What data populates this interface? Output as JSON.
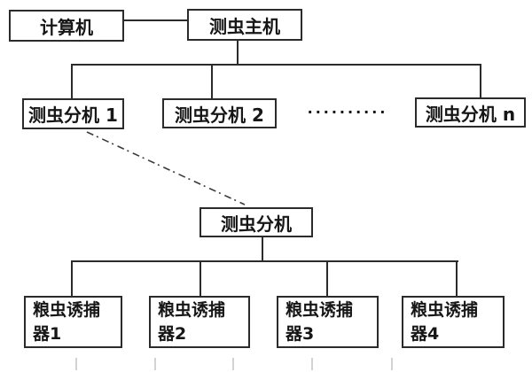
{
  "diagram_title": "insect-monitoring-system-topology",
  "colors": {
    "background": "#ffffff",
    "line": "#2b2b2b",
    "text": "#161616",
    "faint_tick": "#d3d3d3"
  },
  "nodes": {
    "computer": {
      "label": "计算机"
    },
    "host": {
      "label": "测虫主机"
    },
    "branch1": {
      "label": "测虫分机 1"
    },
    "branch2": {
      "label": "测虫分机 2"
    },
    "branch_more": {
      "label": "··········"
    },
    "branch_n": {
      "label": "测虫分机 n"
    },
    "branch_detail": {
      "label": "测虫分机"
    },
    "trap1": {
      "line1": "粮虫诱捕",
      "line2": "器1"
    },
    "trap2": {
      "line1": "粮虫诱捕",
      "line2": "器2"
    },
    "trap3": {
      "line1": "粮虫诱捕",
      "line2": "器3"
    },
    "trap4": {
      "line1": "粮虫诱捕",
      "line2": "器4"
    }
  }
}
